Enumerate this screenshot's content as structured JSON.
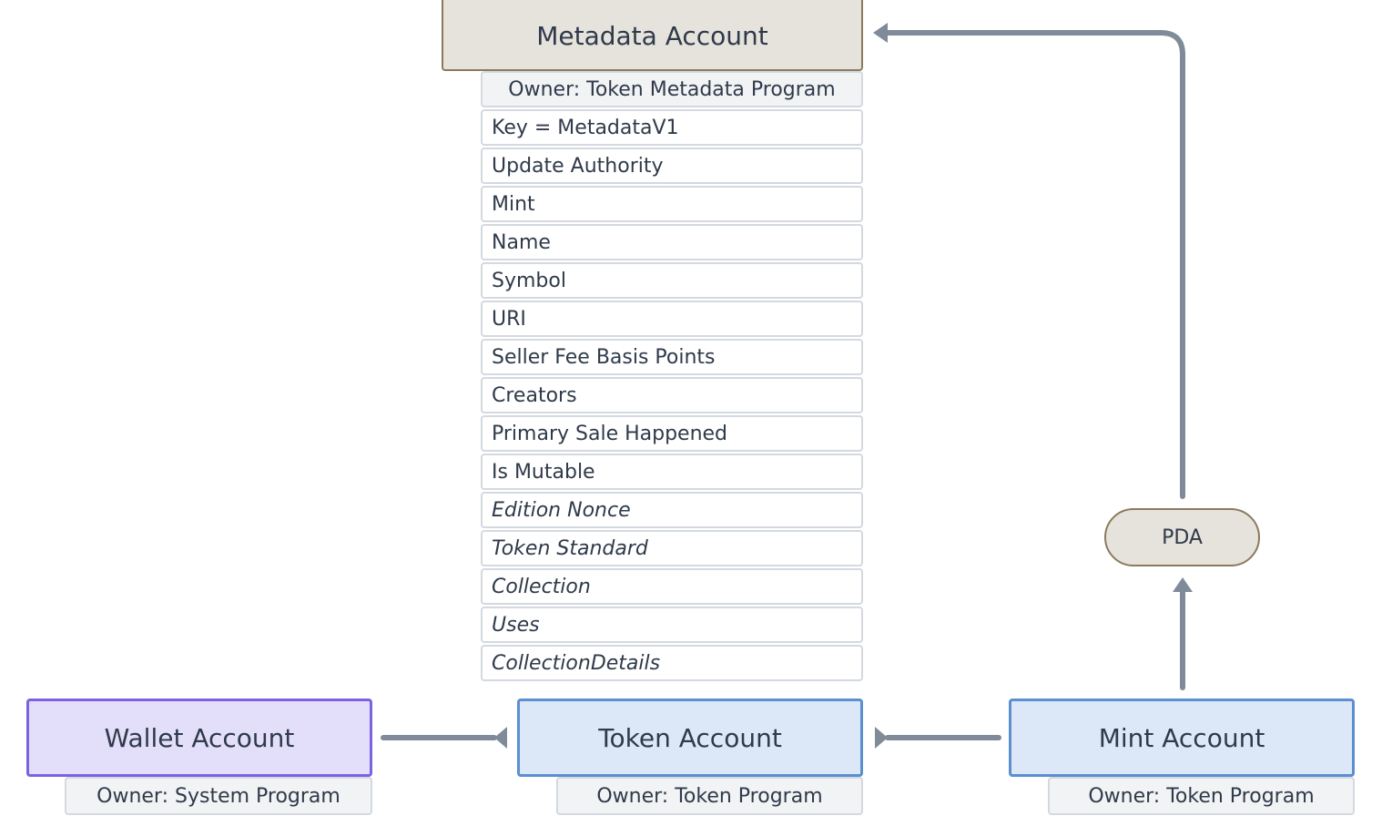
{
  "metadata_account": {
    "title": "Metadata Account",
    "owner": "Owner: Token Metadata Program",
    "fields": [
      "Key = MetadataV1",
      "Update Authority",
      "Mint",
      "Name",
      "Symbol",
      "URI",
      "Seller Fee Basis Points",
      "Creators",
      "Primary Sale Happened",
      "Is Mutable",
      "Edition Nonce",
      "Token Standard",
      "Collection",
      "Uses",
      "CollectionDetails"
    ]
  },
  "wallet_account": {
    "title": "Wallet Account",
    "owner": "Owner: System Program"
  },
  "token_account": {
    "title": "Token Account",
    "owner": "Owner: Token Program"
  },
  "mint_account": {
    "title": "Mint Account",
    "owner": "Owner: Token Program"
  },
  "pda": {
    "label": "PDA"
  },
  "colors": {
    "arrow": "#7f8b98",
    "metadata_fill": "#e6e3dc",
    "metadata_border": "#8b7a5e",
    "wallet_fill": "#e3dffa",
    "wallet_border": "#7c62e0",
    "account_fill": "#dce8f7",
    "account_border": "#5b8fd0"
  }
}
